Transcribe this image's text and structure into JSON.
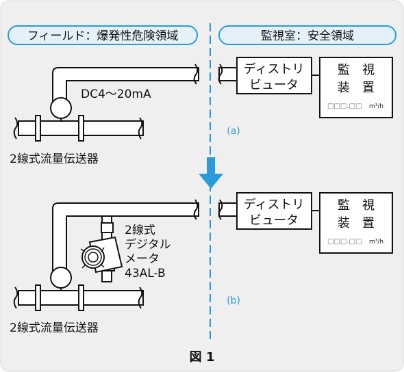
{
  "zones": {
    "field": "フィールド：爆発性危険領域",
    "control": "監視室：安全領域"
  },
  "panel_a": {
    "signal": "DC4～20mA",
    "transmitter": "2線式流量伝送器",
    "distributor_line1": "ディストリ",
    "distributor_line2": "ビュータ",
    "monitor_line1": "監　視",
    "monitor_line2": "装　置",
    "display_digits": "□□□.□□",
    "display_unit": "m³/h",
    "tag": "(a)"
  },
  "panel_b": {
    "meter_line1": "2線式",
    "meter_line2": "デジタル",
    "meter_line3": "メータ",
    "meter_line4": "43AL-B",
    "transmitter": "2線式流量伝送器",
    "distributor_line1": "ディストリ",
    "distributor_line2": "ビュータ",
    "monitor_line1": "監　視",
    "monitor_line2": "装　置",
    "display_digits": "□□□.□□",
    "display_unit": "m³/h",
    "tag": "(b)"
  },
  "caption": "図 1",
  "colors": {
    "background": "#efefef",
    "accent_blue": "#2a9bd8",
    "zone_fill": "#e4f1fa",
    "pipe_fill": "#ffffff",
    "stroke": "#111111"
  }
}
